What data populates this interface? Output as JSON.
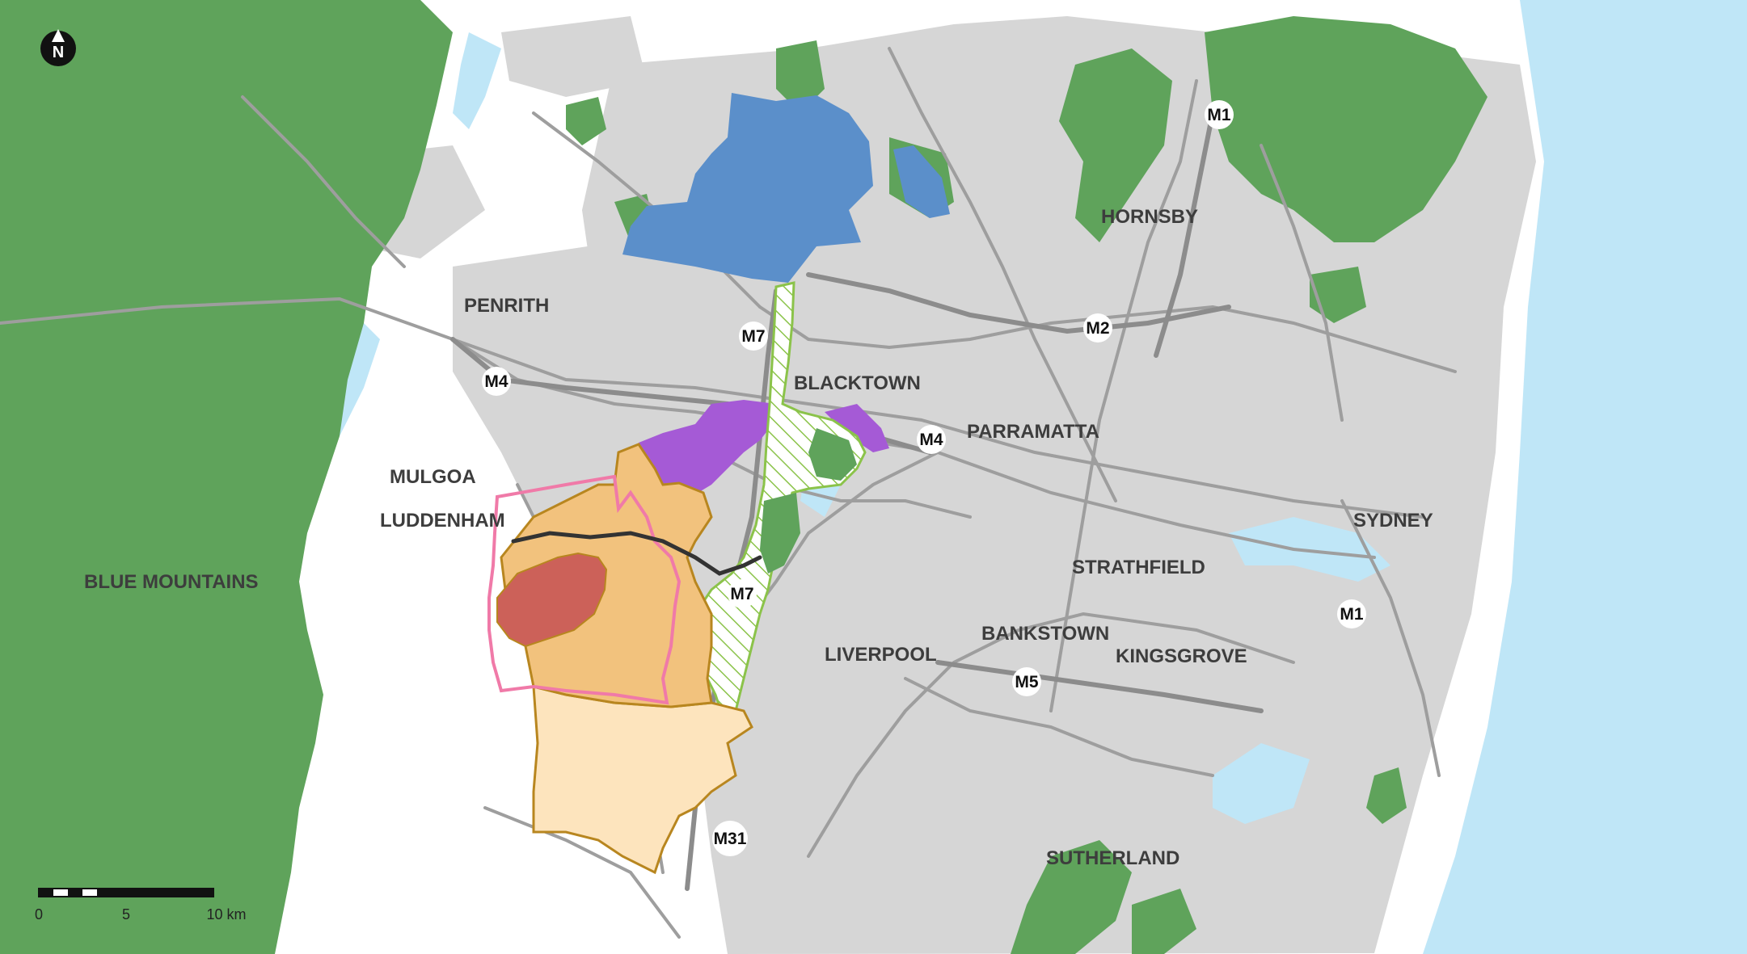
{
  "colors": {
    "background": "#ffffff",
    "urban": "#d6d6d6",
    "road": "#9e9e9e",
    "park": "#5fa35b",
    "water": "#bfe6f7",
    "blue_area": "#5b8fca",
    "purple_area": "#a55ad6",
    "orange_area": "#f2c27d",
    "light_orange_area": "#fde4bd",
    "red_area": "#cc6159",
    "pink_outline": "#f07aa8",
    "brown_outline": "#b8861f",
    "green_hatch": "#8bc34a",
    "rail": "#333333"
  },
  "north_arrow": {
    "letter": "N"
  },
  "places": [
    {
      "id": "blue-mountains",
      "text": "BLUE MOUNTAINS"
    },
    {
      "id": "penrith",
      "text": "PENRITH"
    },
    {
      "id": "mulgoa",
      "text": "MULGOA"
    },
    {
      "id": "luddenham",
      "text": "LUDDENHAM"
    },
    {
      "id": "blacktown",
      "text": "BLACKTOWN"
    },
    {
      "id": "parramatta",
      "text": "PARRAMATTA"
    },
    {
      "id": "hornsby",
      "text": "HORNSBY"
    },
    {
      "id": "strathfield",
      "text": "STRATHFIELD"
    },
    {
      "id": "bankstown",
      "text": "BANKSTOWN"
    },
    {
      "id": "kingsgrove",
      "text": "KINGSGROVE"
    },
    {
      "id": "liverpool",
      "text": "LIVERPOOL"
    },
    {
      "id": "sydney",
      "text": "SYDNEY"
    },
    {
      "id": "sutherland",
      "text": "SUTHERLAND"
    }
  ],
  "roads": [
    {
      "id": "m1-north",
      "text": "M1"
    },
    {
      "id": "m2",
      "text": "M2"
    },
    {
      "id": "m7-north",
      "text": "M7"
    },
    {
      "id": "m4-west",
      "text": "M4"
    },
    {
      "id": "m4-east",
      "text": "M4"
    },
    {
      "id": "m7-south",
      "text": "M7"
    },
    {
      "id": "m1-south",
      "text": "M1"
    },
    {
      "id": "m5",
      "text": "M5"
    },
    {
      "id": "m31",
      "text": "M31"
    }
  ],
  "scale_bar": {
    "labels": [
      "0",
      "5",
      "10 km"
    ]
  }
}
